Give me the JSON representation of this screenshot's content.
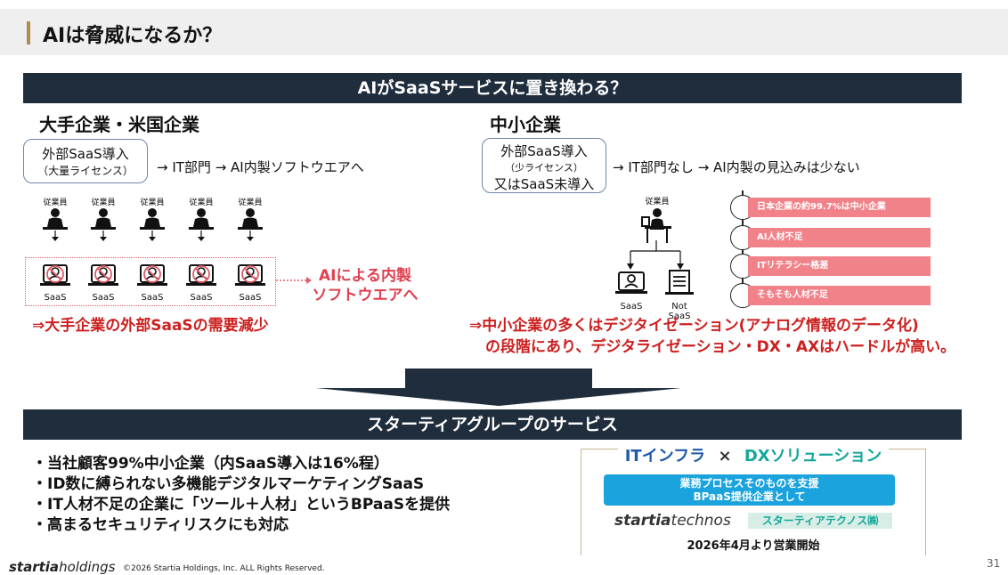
{
  "page": {
    "title": "AIは脅威になるか？",
    "page_number": "31"
  },
  "section1": {
    "header": "AIがSaaSサービスに置き換わる？"
  },
  "left": {
    "heading": "大手企業・米国企業",
    "box_line1": "外部SaaS導入",
    "box_line2": "（大量ライセンス）",
    "flow": "→ IT部門 → AI内製ソフトウエアへ",
    "employee_label": "従業員",
    "saas_label": "SaaS",
    "callout_line1": "AIによる内製",
    "callout_line2": "ソフトウエアへ",
    "conclusion": "⇒大手企業の外部SaaSの需要減少"
  },
  "right": {
    "heading": "中小企業",
    "box_line1": "外部SaaS導入",
    "box_line2": "（少ライセンス）",
    "box_line3": "又はSaaS未導入",
    "flow": "→ IT部門なし → AI内製の見込みは少ない",
    "employee_label": "従業員",
    "saas_label": "SaaS",
    "not_saas_label": "Not SaaS",
    "reasons": [
      "日本企業の約99.7%は中小企業",
      "AI人材不足",
      "ITリテラシー格差",
      "そもそも人材不足"
    ],
    "conclusion_line1": "⇒中小企業の多くはデジタイゼーション(アナログ情報のデータ化)",
    "conclusion_line2": "の段階にあり、デジタライゼーション・DX・AXはハードルが高い。"
  },
  "section2": {
    "header": "スターティアグループのサービス",
    "bullets": [
      "・当社顧客99%中小企業（内SaaS導入は16%程）",
      "・ID数に縛られない多機能デジタルマーケティングSaaS",
      "・IT人材不足の企業に「ツール＋人材」というBPaaSを提供",
      "・高まるセキュリティリスクにも対応"
    ]
  },
  "panel": {
    "title_a": "ITインフラ",
    "title_x": "×",
    "title_b": "DXソリューション",
    "blue_line1": "業務プロセスそのものを支援",
    "blue_line2": "BPaaS提供企業として",
    "logo_bold": "startia",
    "logo_light": "technos",
    "kata": "スターティアテクノス㈱",
    "open": "2026年4月より営業開始"
  },
  "footer": {
    "logo_bold": "startia",
    "logo_light": "holdings",
    "copyright": "©2026 Startia Holdings, Inc. ALL Rights Reserved."
  },
  "colors": {
    "navy": "#1f2d3d",
    "red": "#cc1f1f",
    "pink": "#f28289",
    "blue": "#1aa3dd",
    "teal": "#12a89a",
    "gold": "#b38b4d"
  }
}
